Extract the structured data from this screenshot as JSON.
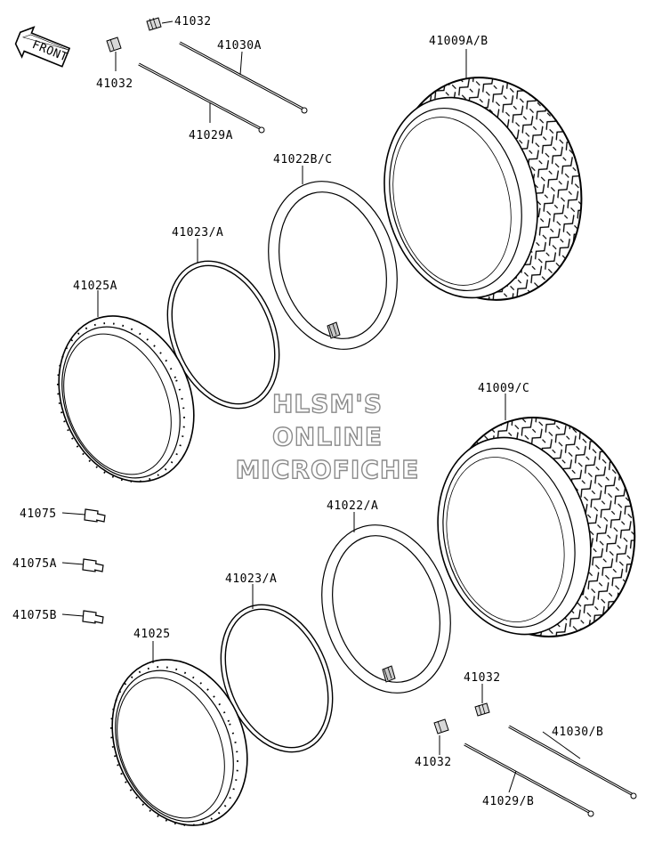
{
  "labels": {
    "front": "FRONT",
    "p41032_a": "41032",
    "p41032_b": "41032",
    "p41030a": "41030A",
    "p41029a": "41029A",
    "p41009ab": "41009A/B",
    "p41022bc": "41022B/C",
    "p41023a_top": "41023/A",
    "p41025a": "41025A",
    "p41009c": "41009/C",
    "p41075": "41075",
    "p41075a": "41075A",
    "p41075b": "41075B",
    "p41022a": "41022/A",
    "p41023a_bot": "41023/A",
    "p41025": "41025",
    "p41032_c": "41032",
    "p41032_d": "41032",
    "p41030b": "41030/B",
    "p41029b": "41029/B"
  },
  "watermark": {
    "line1": "HLSM'S",
    "line2": "ONLINE",
    "line3": "MICROFICHE"
  }
}
